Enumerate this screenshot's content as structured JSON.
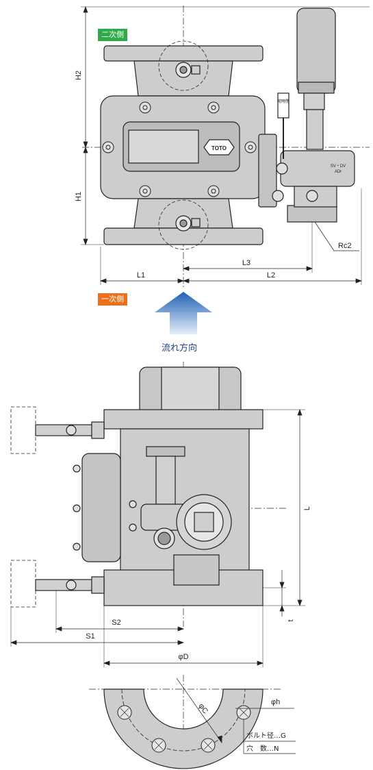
{
  "labels": {
    "secondary_side": "二次側",
    "primary_side": "一次側",
    "flow_direction": "流れ方向",
    "h1": "H1",
    "h2": "H2",
    "l1": "L1",
    "l2": "L2",
    "l3": "L3",
    "rc2": "Rc2",
    "l": "L",
    "t": "t",
    "s1": "S1",
    "s2": "S2",
    "od": "φD",
    "oc": "φC",
    "oh": "φh",
    "bolt_size": "ボルト径…G",
    "hole_count": "穴　数…N",
    "brand": "TOTO",
    "normally_closed": "常時閉",
    "valve_mark": "SV・DV",
    "adr": "ADr"
  },
  "colors": {
    "secondary_tag": "#2eaa4a",
    "primary_tag": "#e8701e",
    "body_fill": "#cdcdcd",
    "outline": "#222222",
    "arrow_top": "#1f5fb4",
    "arrow_bottom": "#e6eef9"
  }
}
